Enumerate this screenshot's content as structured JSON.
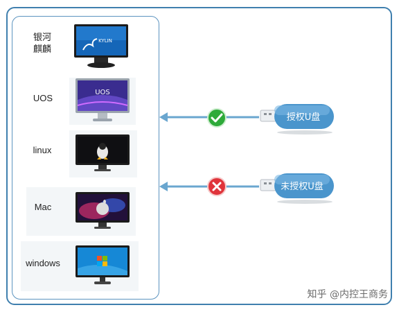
{
  "systems": [
    {
      "name": "银河\n麒麟",
      "screen_text": "KYLIN"
    },
    {
      "name": "UOS",
      "screen_text": "UOS"
    },
    {
      "name": "linux"
    },
    {
      "name": "Mac"
    },
    {
      "name": "windows"
    }
  ],
  "authorized": {
    "label": "授权U盘",
    "status_icon": "check-icon",
    "color": "#2eaa3a"
  },
  "unauthorized": {
    "label": "未授权U盘",
    "status_icon": "x-icon",
    "color": "#e0343b"
  },
  "watermark": "知乎 @内控王商务",
  "colors": {
    "frame": "#3f7fae",
    "arrow": "#6aa6cf",
    "usb": "#4a95cc"
  }
}
